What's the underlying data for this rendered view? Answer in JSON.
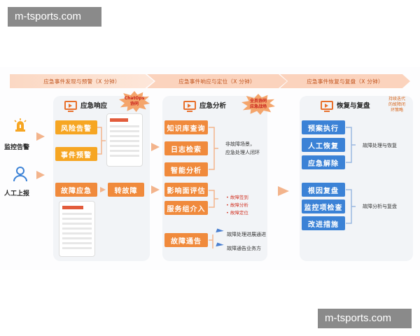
{
  "watermarks": {
    "top": "m-tsports.com",
    "bottom": "m-tsports.com"
  },
  "stages": [
    "应急事件发现与预警（X 分钟）",
    "应急事件响应与定位（X 分钟）",
    "应急事件恢复与复盘（X 分钟）"
  ],
  "sources": {
    "monitor": "监控告警",
    "manual": "人工上报"
  },
  "panel1": {
    "title": "应急响应",
    "risk_alert": "风险告警",
    "event_warning": "事件预警",
    "fault_response": "故障应急",
    "transfer_fault": "转故障",
    "burst": [
      "ChatOps",
      "协同"
    ]
  },
  "panel2": {
    "title": "应急分析",
    "knowledge": "知识库查询",
    "logs": "日志检索",
    "smart_analysis": "智能分析",
    "impact": "影响面评估",
    "service_group": "服务组介入",
    "fault_notice": "故障通告",
    "non_fault_note": [
      "非故障场景，",
      "应急处理人闭环"
    ],
    "checklist": [
      "故障签到",
      "故障分析",
      "故障定位"
    ],
    "notices": [
      "故障处理进展通进",
      "故障通告业务方"
    ],
    "burst": [
      "全员协同",
      "应急战场"
    ]
  },
  "panel3": {
    "title": "恢复与复盘",
    "plan": "预案执行",
    "manual_recovery": "人工恢复",
    "emergency_release": "应急解除",
    "root_cause": "根因复盘",
    "monitor_check": "监控项检查",
    "improve": "改进措施",
    "fault_handle": "故障处理与恢复",
    "fault_review": "故障分析与复盘",
    "burst": [
      "持续迭代",
      "的故障闭",
      "环策略"
    ]
  },
  "colors": {
    "orange": "#f08a3c",
    "yellow": "#f6a623",
    "blue": "#3b82d6",
    "panel": "#f2f4f7"
  }
}
